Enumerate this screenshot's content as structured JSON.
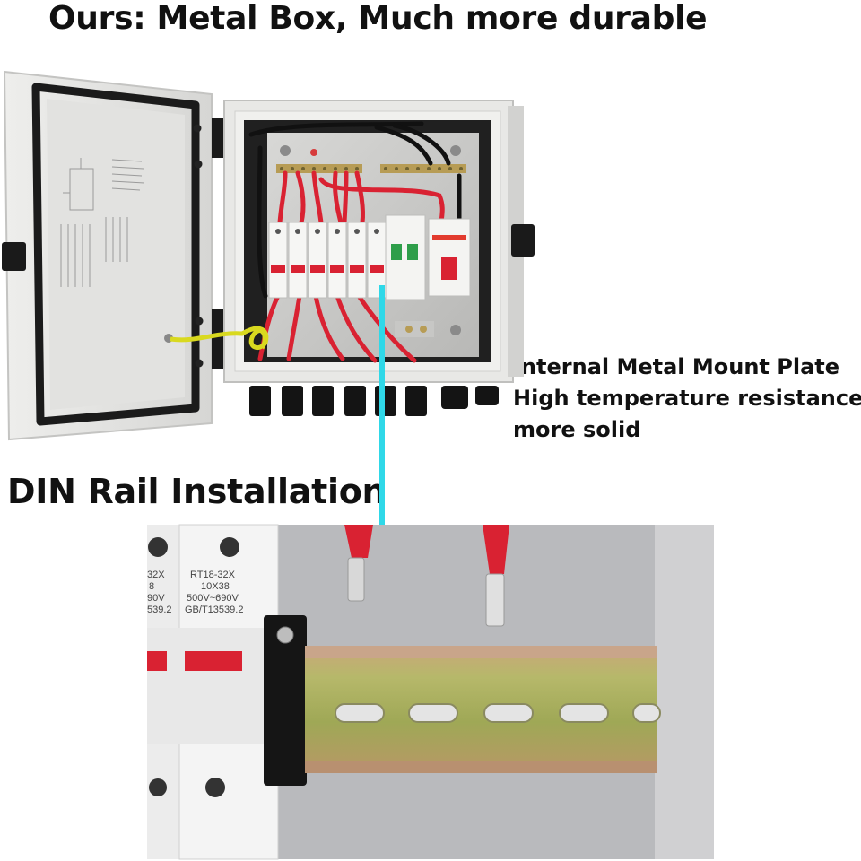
{
  "header": {
    "title": "Ours: Metal Box, Much more durable"
  },
  "mount_plate_callout": {
    "lines": [
      "Internal Metal Mount Plate",
      "High temperature resistance,",
      "more solid"
    ]
  },
  "din_section": {
    "title": "DIN Rail Installation"
  },
  "fuse_holder_label": {
    "front": [
      "RT18-32X",
      "10X38",
      "500V~690V",
      "GB/T13539.2"
    ],
    "back": [
      "32X",
      "8",
      "90V",
      "539.2"
    ]
  },
  "colors": {
    "arrow": "#2fd8e8",
    "wire_red": "#d92232",
    "enclosure": "#e6e6e4",
    "mount_plate": "#dcdcda",
    "din_rail": "#a8a55a"
  },
  "icons": {
    "arrow": "cyan-down-arrow",
    "enclosure": "open-junction-box",
    "closeup": "din-rail-closeup"
  }
}
